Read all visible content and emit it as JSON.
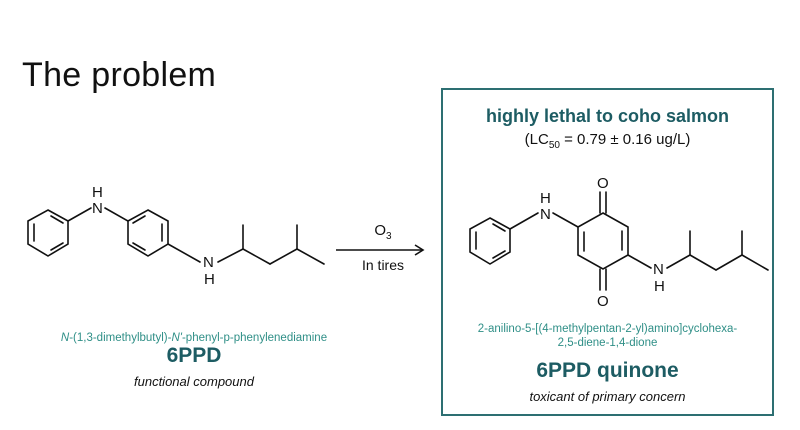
{
  "slide": {
    "title": "The problem"
  },
  "left_compound": {
    "iupac_prefix": "N",
    "iupac_part1": "-(1,3-dimethylbutyl)-",
    "iupac_part2": "N'",
    "iupac_part3": "-phenyl-p-phenylenediamine",
    "name": "6PPD",
    "description": "functional compound",
    "atom_labels": {
      "nh_top_h": "H",
      "nh_top_n": "N",
      "nh_bottom_n": "N",
      "nh_bottom_h": "H"
    }
  },
  "reaction": {
    "reagent": "O3",
    "reagent_base": "O",
    "reagent_sub": "3",
    "condition": "In tires"
  },
  "right_compound": {
    "heading": "highly lethal to coho salmon",
    "subheading_prefix": "(LC",
    "subheading_sub": "50",
    "subheading_suffix": " = 0.79 ± 0.16 ug/L)",
    "iupac_line1": "2-anilino-5-[(4-methylpentan-2-yl)amino]cyclohexa-",
    "iupac_line2": "2,5-diene-1,4-dione",
    "name": "6PPD quinone",
    "description": "toxicant of primary concern",
    "atom_labels": {
      "o_top": "O",
      "o_bottom": "O",
      "nh_top_h": "H",
      "nh_top_n": "N",
      "nh_bottom_n": "N",
      "nh_bottom_h": "H"
    }
  }
}
